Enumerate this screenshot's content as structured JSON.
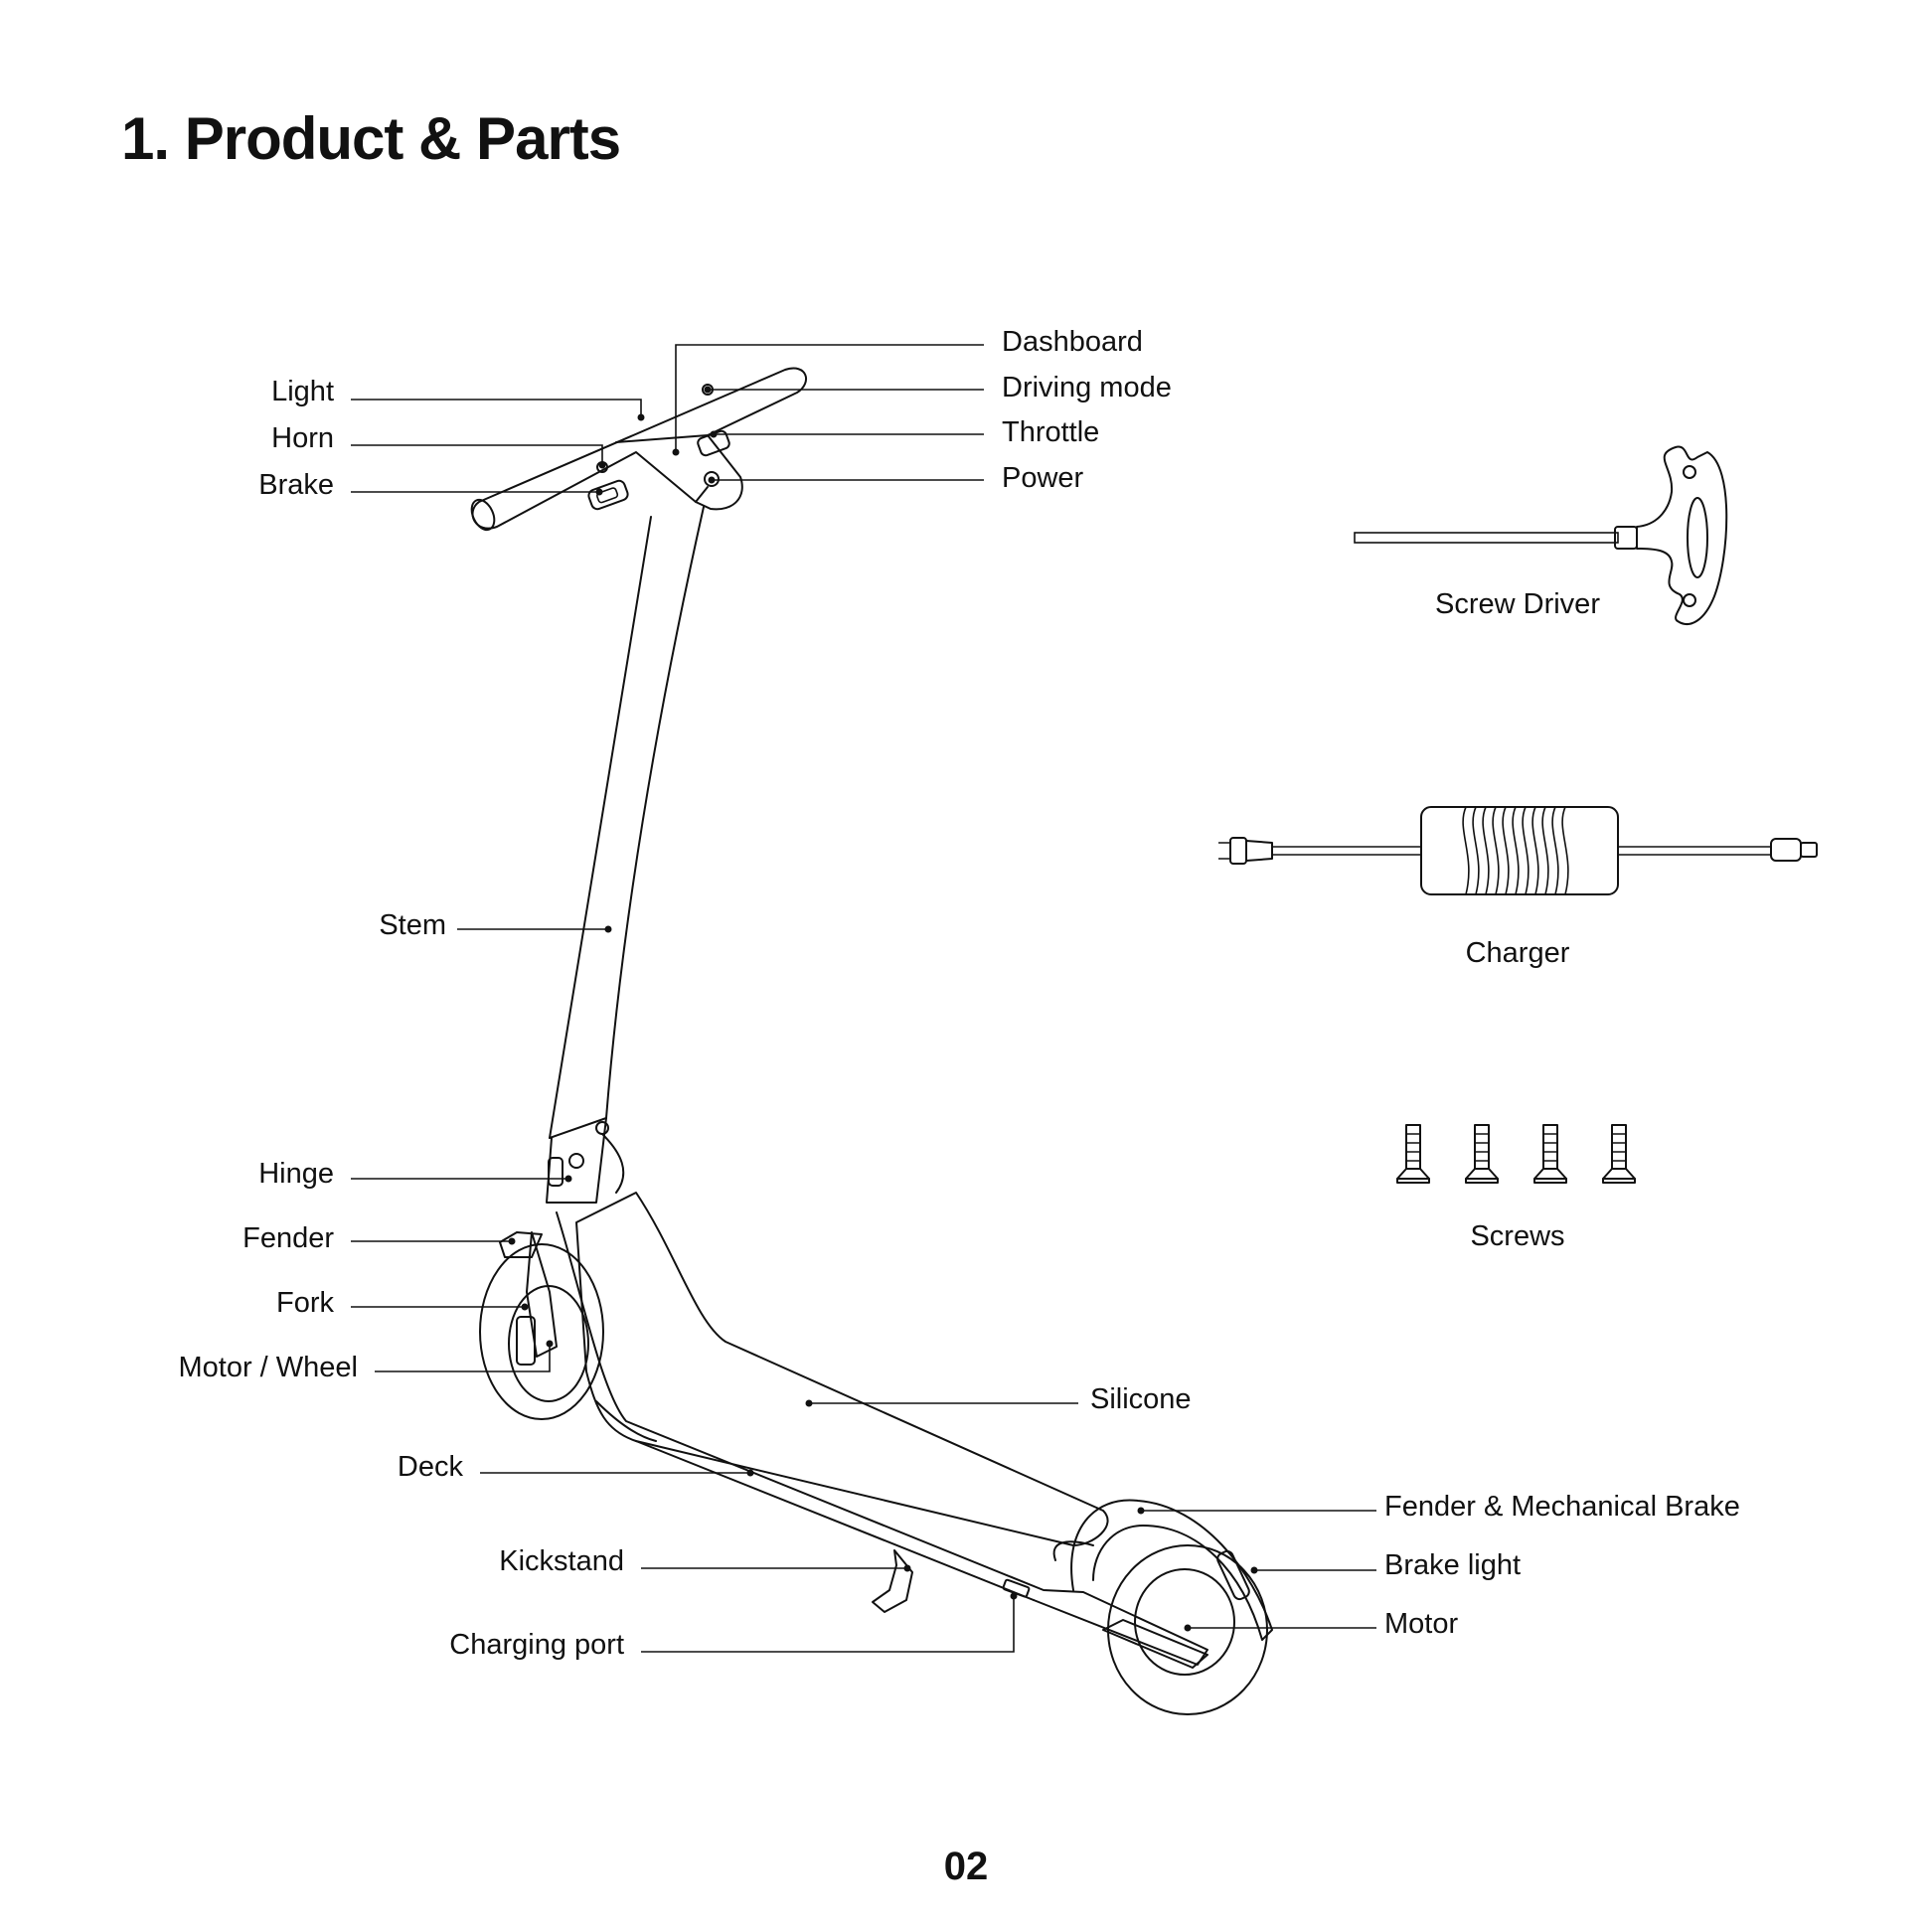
{
  "page": {
    "title": "1. Product & Parts",
    "page_number": "02"
  },
  "labels": {
    "dashboard": "Dashboard",
    "driving_mode": "Driving mode",
    "throttle": "Throttle",
    "power": "Power",
    "light": "Light",
    "horn": "Horn",
    "brake": "Brake",
    "stem": "Stem",
    "hinge": "Hinge",
    "fender": "Fender",
    "fork": "Fork",
    "motor_wheel": "Motor / Wheel",
    "deck": "Deck",
    "kickstand": "Kickstand",
    "charging_port": "Charging port",
    "silicone": "Silicone",
    "fender_mech_brake": "Fender & Mechanical Brake",
    "brake_light": "Brake light",
    "motor": "Motor"
  },
  "accessories": {
    "screw_driver": "Screw Driver",
    "charger": "Charger",
    "screws": "Screws"
  },
  "icons": [
    "scooter-illustration",
    "screw-driver-icon",
    "charger-icon",
    "screw-icon"
  ]
}
